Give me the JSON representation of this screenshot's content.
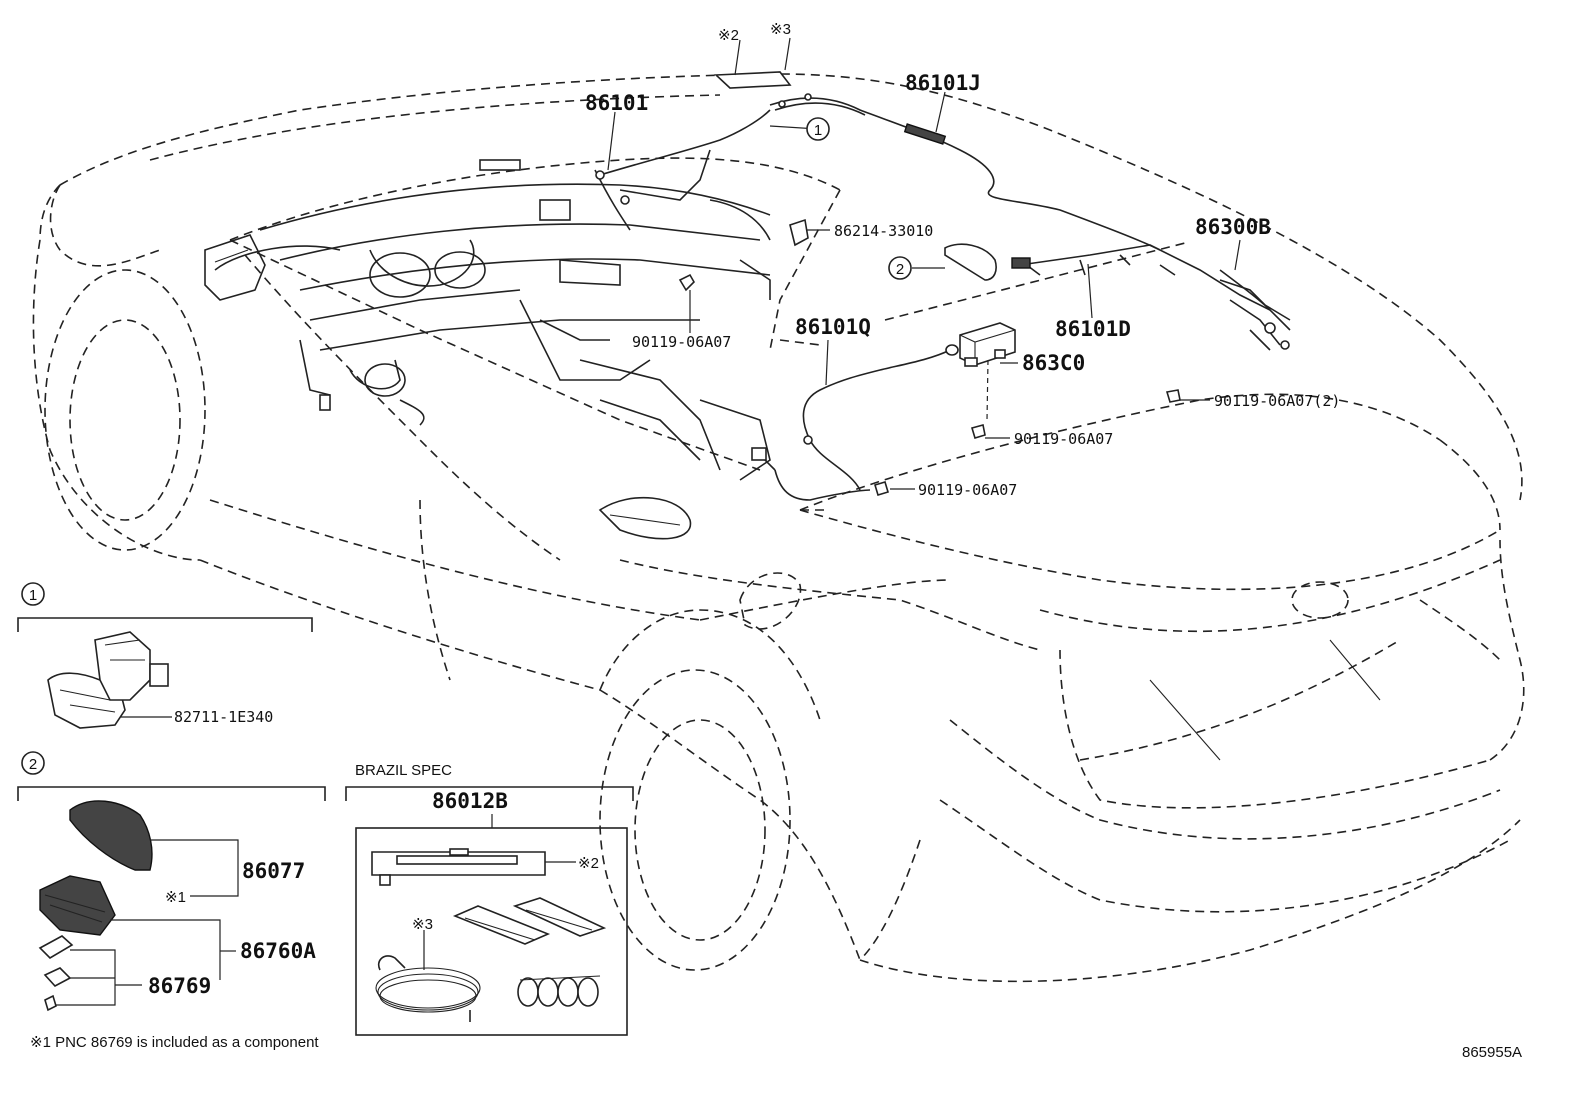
{
  "labels": {
    "p86101": "86101",
    "p86101J": "86101J",
    "p86214": "86214-33010",
    "p86300B": "86300B",
    "p86101D": "86101D",
    "p86101Q": "86101Q",
    "p863C0": "863C0",
    "bolt1": "90119-06A07",
    "bolt2": "90119-06A07(2)",
    "bolt3": "90119-06A07",
    "bolt4": "90119-06A07",
    "p82711": "82711-1E340",
    "p86077": "86077",
    "p86760A": "86760A",
    "p86769": "86769",
    "p86012B": "86012B",
    "brazil": "BRAZIL SPEC",
    "ref2": "※2",
    "ref3": "※3",
    "ref1": "※1",
    "ref2b": "※2",
    "ref3b": "※3",
    "callout1": "1",
    "callout2": "2",
    "inset1": "1",
    "inset2": "2",
    "footnote": "※1 PNC 86769 is included as a component",
    "figure_id": "865955A"
  }
}
